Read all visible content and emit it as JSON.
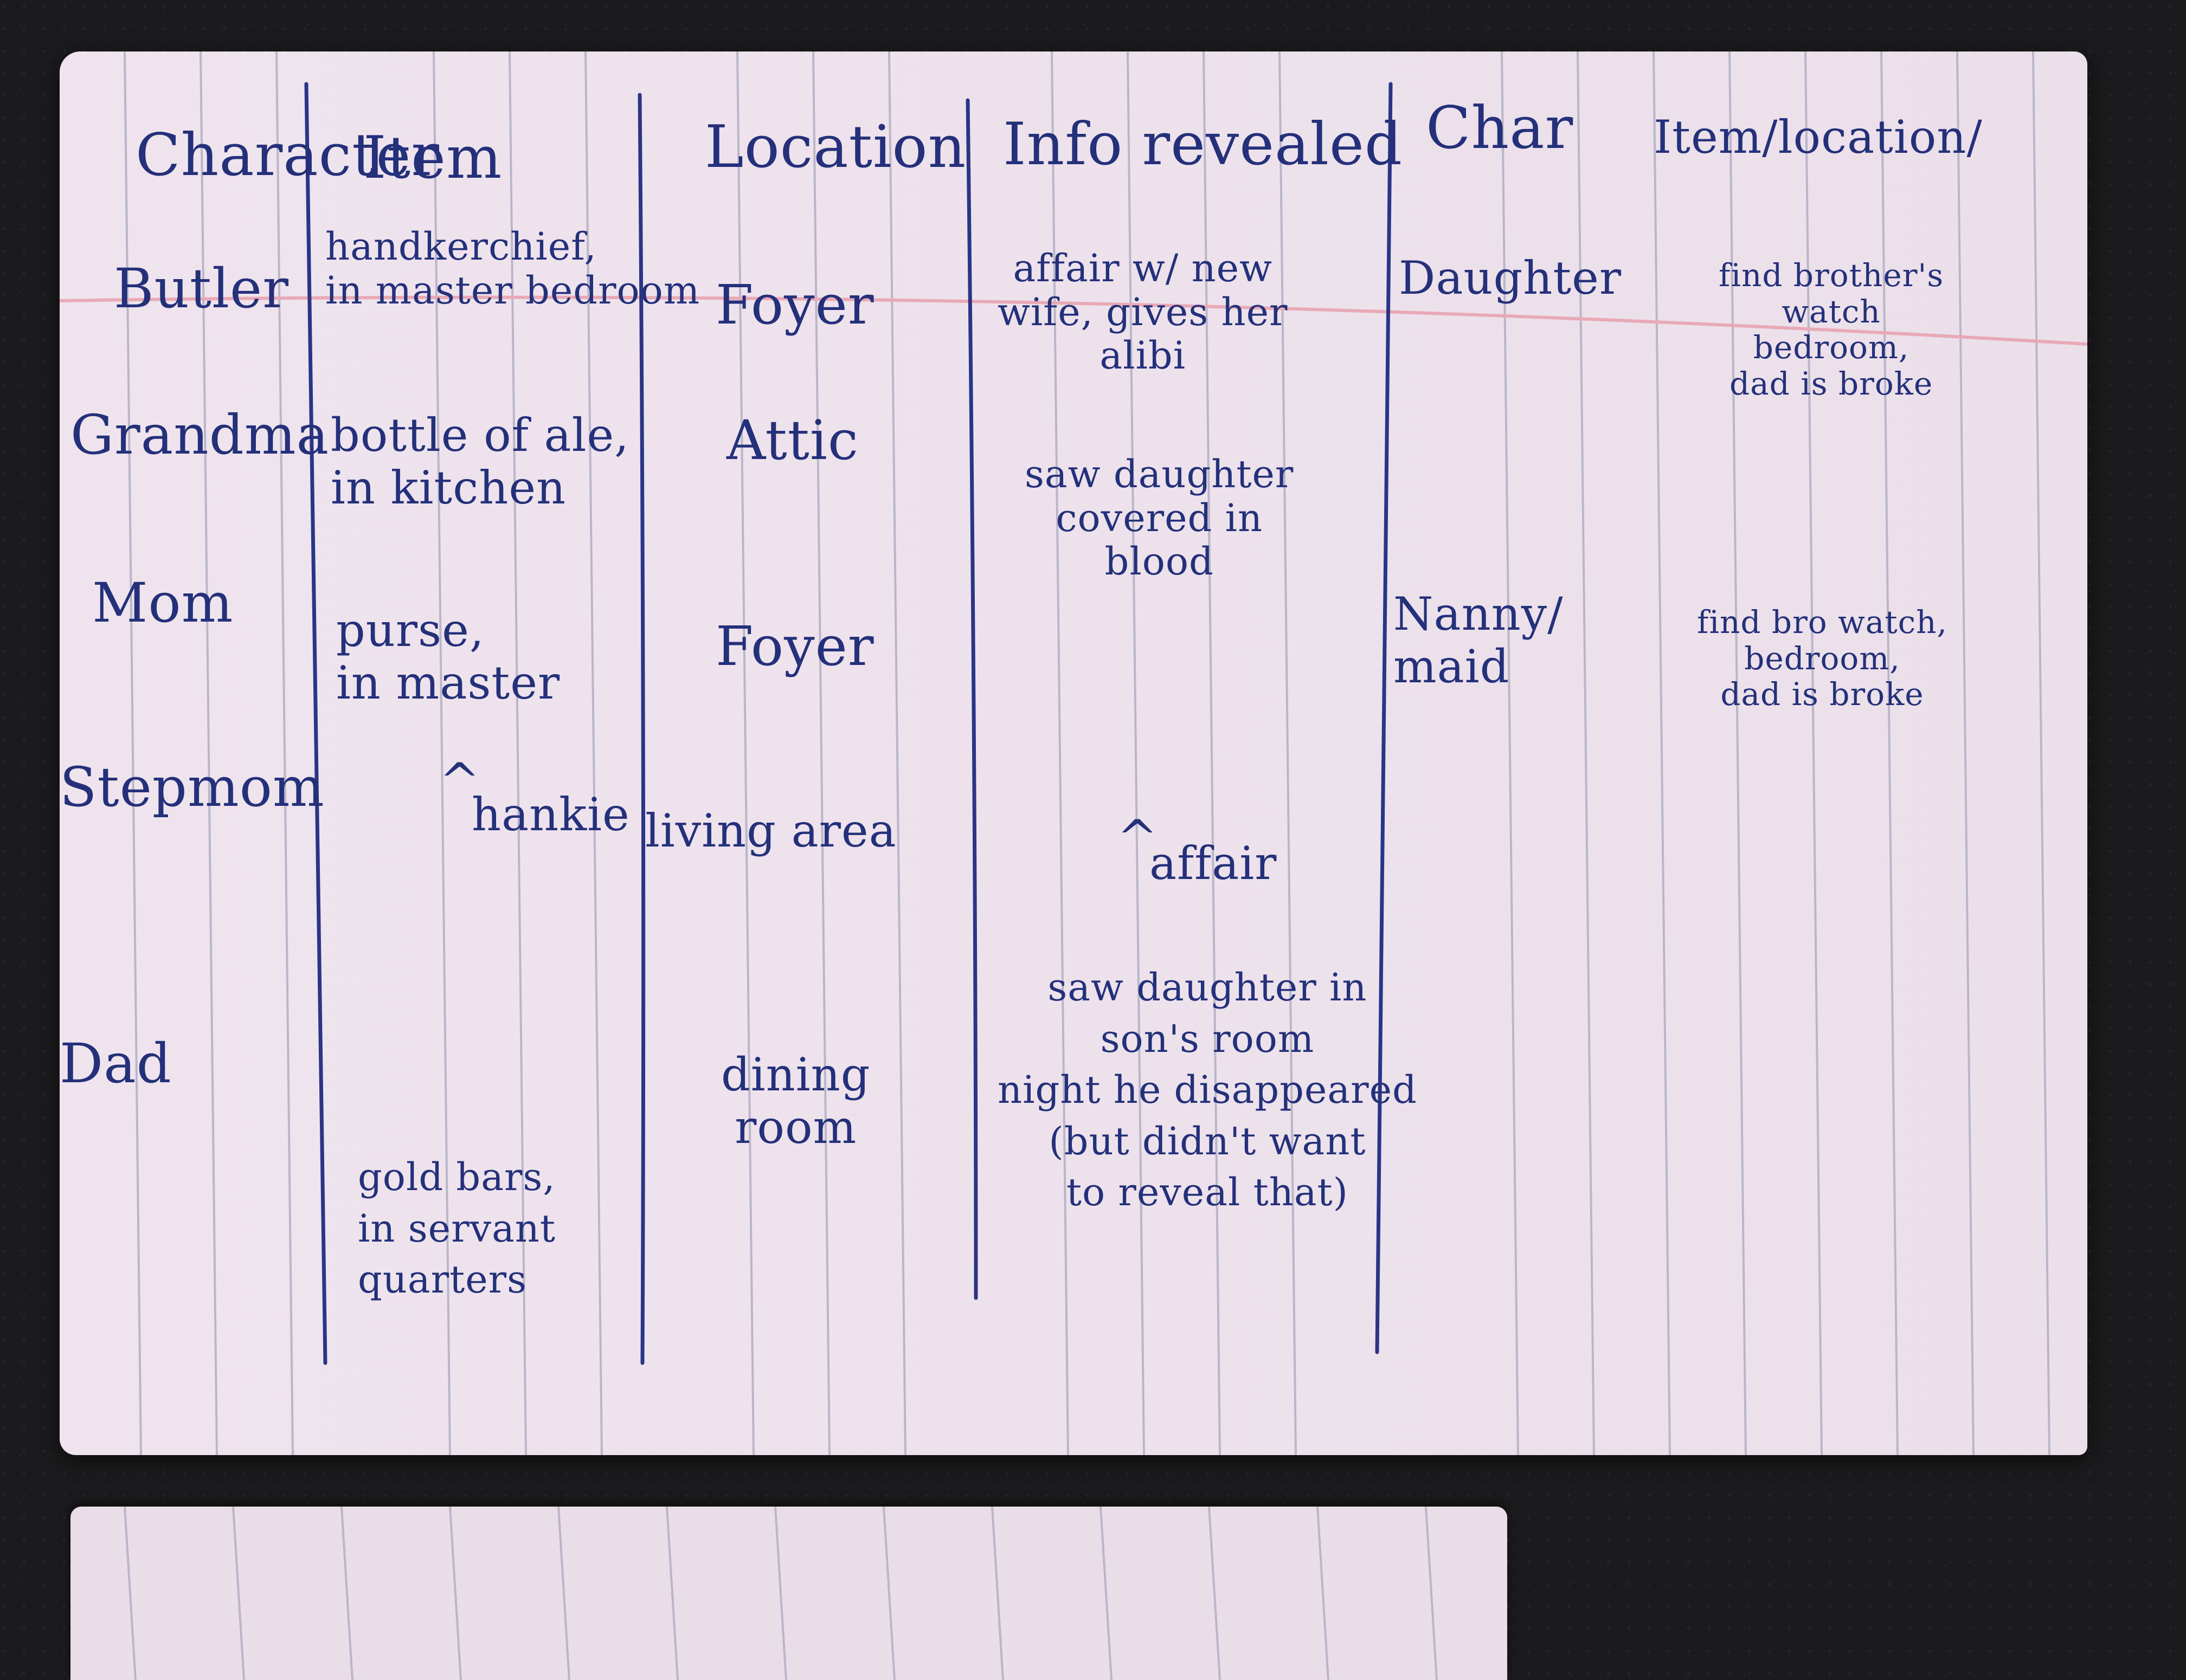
{
  "headers": {
    "character": "Character",
    "item": "Item",
    "location": "Location",
    "info": "Info revealed",
    "char": "Char",
    "item_location": "Item/location/"
  },
  "rows": [
    {
      "character": "Butler",
      "item": "handkerchief,\nin master bedroom",
      "location": "Foyer",
      "info": "affair w/ new\nwife, gives her\nalibi"
    },
    {
      "character": "Grandma",
      "item": "bottle of ale,\nin kitchen",
      "location": "Attic",
      "info": "saw daughter\ncovered in\nblood"
    },
    {
      "character": "Mom",
      "item": "purse,\nin master",
      "location": "Foyer",
      "info": ""
    },
    {
      "character": "Stepmom",
      "item": "hankie",
      "location": "living area",
      "info": "affair"
    },
    {
      "character": "Dad",
      "item": "gold bars,\nin servant\nquarters",
      "location": "dining\nroom",
      "info": "saw daughter in\nson's room\nnight he disappeared\n(but didn't want\nto reveal that)"
    }
  ],
  "right_table": [
    {
      "char": "Daughter",
      "item_location": "find brother's\nwatch\nbedroom,\ndad is broke"
    },
    {
      "char": "Nanny/\nmaid",
      "item_location": "find bro watch,\nbedroom,\ndad is broke"
    }
  ],
  "colors": {
    "ink": "#24307a",
    "paper": "#efe4ee",
    "rule_lines": "#b9b6c9",
    "margin_line": "#e8a9b6",
    "surface": "#1b1a1c"
  }
}
